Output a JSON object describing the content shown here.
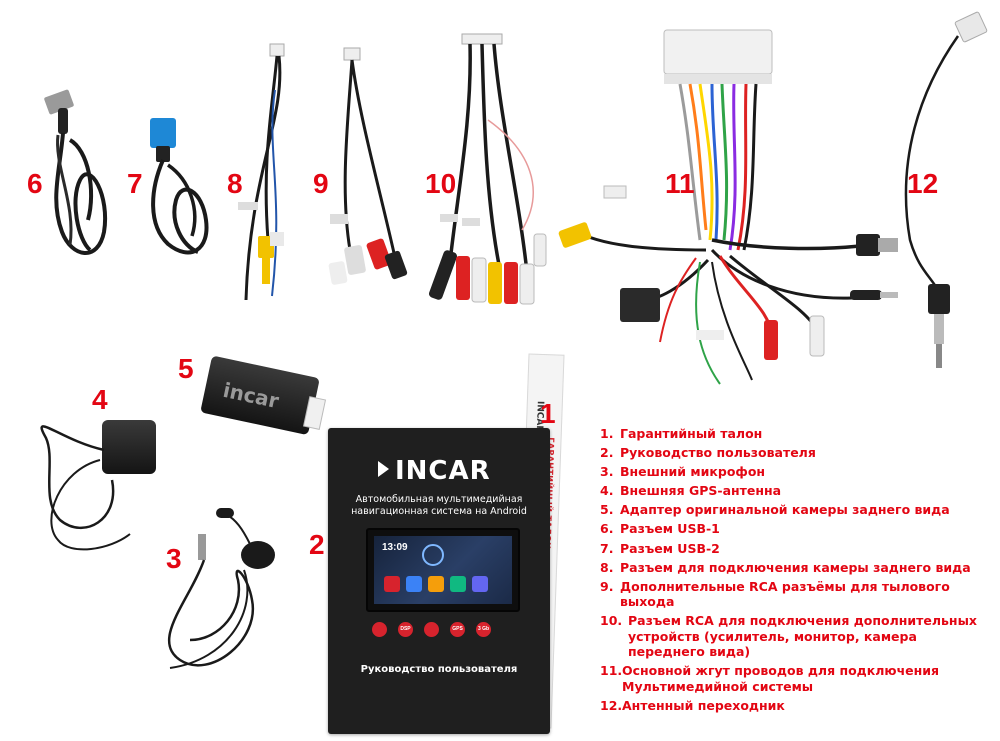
{
  "numbers": [
    "1",
    "2",
    "3",
    "4",
    "5",
    "6",
    "7",
    "8",
    "9",
    "10",
    "11",
    "12"
  ],
  "legend": [
    {
      "n": "1.",
      "t": "Гарантийный талон"
    },
    {
      "n": "2.",
      "t": "Руководство пользователя"
    },
    {
      "n": "3.",
      "t": "Внешний микрофон"
    },
    {
      "n": "4.",
      "t": "Внешняя GPS-антенна"
    },
    {
      "n": "5.",
      "t": "Адаптер оригинальной камеры заднего вида"
    },
    {
      "n": "6.",
      "t": "Разъем USB-1"
    },
    {
      "n": "7.",
      "t": "Разъем USB-2"
    },
    {
      "n": "8.",
      "t": "Разъем для подключения камеры заднего вида"
    },
    {
      "n": "9.",
      "t": "Дополнительные RCA разъёмы для тылового выхода"
    },
    {
      "n": "10.",
      "t": "Разъем RCA для подключения дополнительных устройств (усилитель, монитор, камера переднего вида)"
    },
    {
      "n": "11.",
      "t": "Основной жгут проводов для подключения Мультимедийной системы"
    },
    {
      "n": "12.",
      "t": "Антенный переходник"
    }
  ],
  "manual": {
    "logo": "INCAR",
    "subtitle_line1": "Автомобильная мультимедийная",
    "subtitle_line2": "навигационная система на Android",
    "screen_time": "13:09",
    "footer": "Руководство пользователя",
    "icon_labels": [
      "",
      "DSP",
      "",
      "GPS",
      "3 Gb"
    ]
  },
  "warranty": {
    "logo": "INCAR",
    "title": "ГАРАНТИЙНЫЙ ТАЛОН"
  },
  "adapter": {
    "logo": "incar"
  },
  "colors": {
    "accent": "#e30613",
    "cable": "#1a1a1a",
    "manual": "#1f1f1f"
  }
}
